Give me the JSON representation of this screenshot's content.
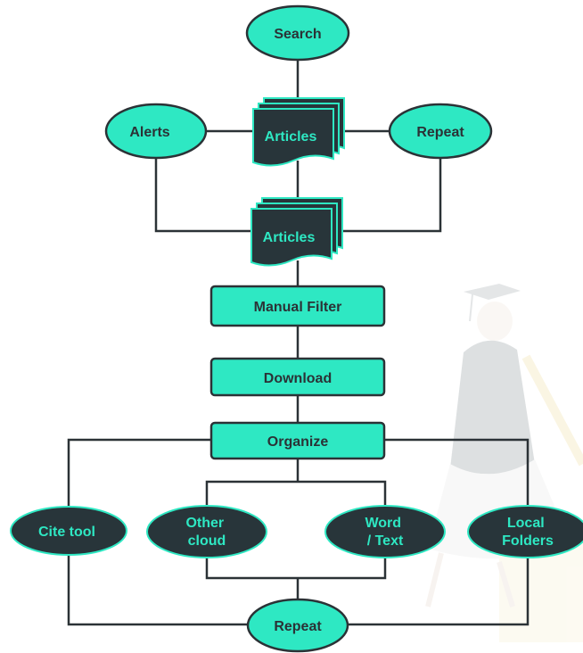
{
  "colors": {
    "accent": "#2ee8c3",
    "dark": "#28353a",
    "line": "#2b3236",
    "dark_text": "#2ee8c3",
    "light_text": "#2b3236"
  },
  "nodes": {
    "search": "Search",
    "alerts": "Alerts",
    "repeat_top": "Repeat",
    "articles_1": "Articles",
    "articles_2": "Articles",
    "manual_filter": "Manual Filter",
    "download": "Download",
    "organize": "Organize",
    "cite_tool": "Cite tool",
    "other_cloud": [
      "Other",
      "cloud"
    ],
    "word_text": [
      "Word",
      "/ Text"
    ],
    "local_folders": [
      "Local",
      "Folders"
    ],
    "repeat_bottom": "Repeat"
  },
  "background_illustration": "graduate-figure-illustration"
}
